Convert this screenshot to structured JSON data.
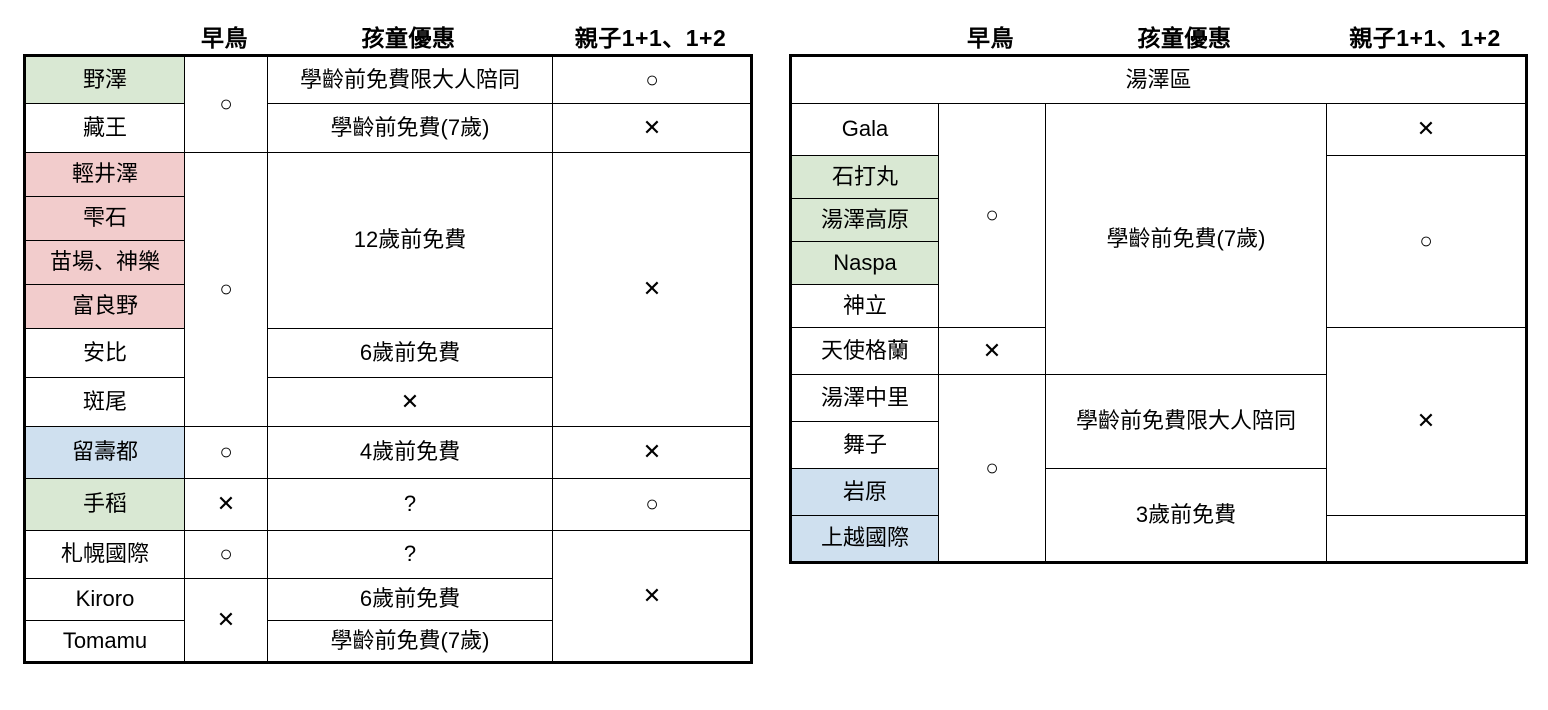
{
  "columns": {
    "resort": "",
    "early_bird": "早鳥",
    "child_discount": "孩童優惠",
    "family_plan": "親子1+1、1+2"
  },
  "marks": {
    "yes": "○",
    "no": "✕",
    "unknown": "?",
    "blank": ""
  },
  "colors": {
    "green": "#d9e8d3",
    "pink": "#f2cccc",
    "blue": "#cfe0ef",
    "border": "#000000",
    "background": "#ffffff"
  },
  "left_table": {
    "headers": [
      "",
      "早鳥",
      "孩童優惠",
      "親子1+1、1+2"
    ],
    "rows": [
      {
        "resort": "野澤",
        "highlight": "green",
        "early_bird": "○",
        "child_discount": "學齡前免費限大人陪同",
        "family_plan": "○"
      },
      {
        "resort": "藏王",
        "highlight": "none",
        "early_bird": "",
        "child_discount": "學齡前免費(7歲)",
        "family_plan": "✕"
      },
      {
        "resort": "輕井澤",
        "highlight": "pink",
        "early_bird": "○",
        "child_discount": "12歲前免費",
        "family_plan": "✕"
      },
      {
        "resort": "雫石",
        "highlight": "pink",
        "early_bird": "",
        "child_discount": "",
        "family_plan": ""
      },
      {
        "resort": "苗場、神樂",
        "highlight": "pink",
        "early_bird": "",
        "child_discount": "",
        "family_plan": ""
      },
      {
        "resort": "富良野",
        "highlight": "pink",
        "early_bird": "",
        "child_discount": "",
        "family_plan": ""
      },
      {
        "resort": "安比",
        "highlight": "none",
        "early_bird": "",
        "child_discount": "6歲前免費",
        "family_plan": ""
      },
      {
        "resort": "斑尾",
        "highlight": "none",
        "early_bird": "✕",
        "child_discount": "",
        "family_plan": ""
      },
      {
        "resort": "留壽都",
        "highlight": "blue",
        "early_bird": "○",
        "child_discount": "4歲前免費",
        "family_plan": "✕"
      },
      {
        "resort": "手稻",
        "highlight": "green",
        "early_bird": "✕",
        "child_discount": "?",
        "family_plan": "○"
      },
      {
        "resort": "札幌國際",
        "highlight": "none",
        "early_bird": "○",
        "child_discount": "?",
        "family_plan": "✕"
      },
      {
        "resort": "Kiroro",
        "highlight": "none",
        "early_bird": "✕",
        "child_discount": "6歲前免費",
        "family_plan": ""
      },
      {
        "resort": "Tomamu",
        "highlight": "none",
        "early_bird": "",
        "child_discount": "學齡前免費(7歲)",
        "family_plan": ""
      }
    ]
  },
  "right_table": {
    "headers": [
      "",
      "早鳥",
      "孩童優惠",
      "親子1+1、1+2"
    ],
    "title": "湯澤區",
    "rows": [
      {
        "resort": "Gala",
        "highlight": "none",
        "early_bird": "○",
        "child_discount": "學齡前免費(7歲)",
        "family_plan": "✕"
      },
      {
        "resort": "石打丸",
        "highlight": "green",
        "early_bird": "",
        "child_discount": "",
        "family_plan": "○"
      },
      {
        "resort": "湯澤高原",
        "highlight": "green",
        "early_bird": "",
        "child_discount": "",
        "family_plan": ""
      },
      {
        "resort": "Naspa",
        "highlight": "green",
        "early_bird": "",
        "child_discount": "",
        "family_plan": ""
      },
      {
        "resort": "神立",
        "highlight": "none",
        "early_bird": "",
        "child_discount": "",
        "family_plan": ""
      },
      {
        "resort": "天使格蘭",
        "highlight": "none",
        "early_bird": "✕",
        "child_discount": "",
        "family_plan": "✕"
      },
      {
        "resort": "湯澤中里",
        "highlight": "none",
        "early_bird": "○",
        "child_discount": "學齡前免費限大人陪同",
        "family_plan": ""
      },
      {
        "resort": "舞子",
        "highlight": "none",
        "early_bird": "",
        "child_discount": "",
        "family_plan": ""
      },
      {
        "resort": "岩原",
        "highlight": "blue",
        "early_bird": "",
        "child_discount": "3歲前免費",
        "family_plan": ""
      },
      {
        "resort": "上越國際",
        "highlight": "blue",
        "early_bird": "",
        "child_discount": "",
        "family_plan": ""
      }
    ]
  }
}
